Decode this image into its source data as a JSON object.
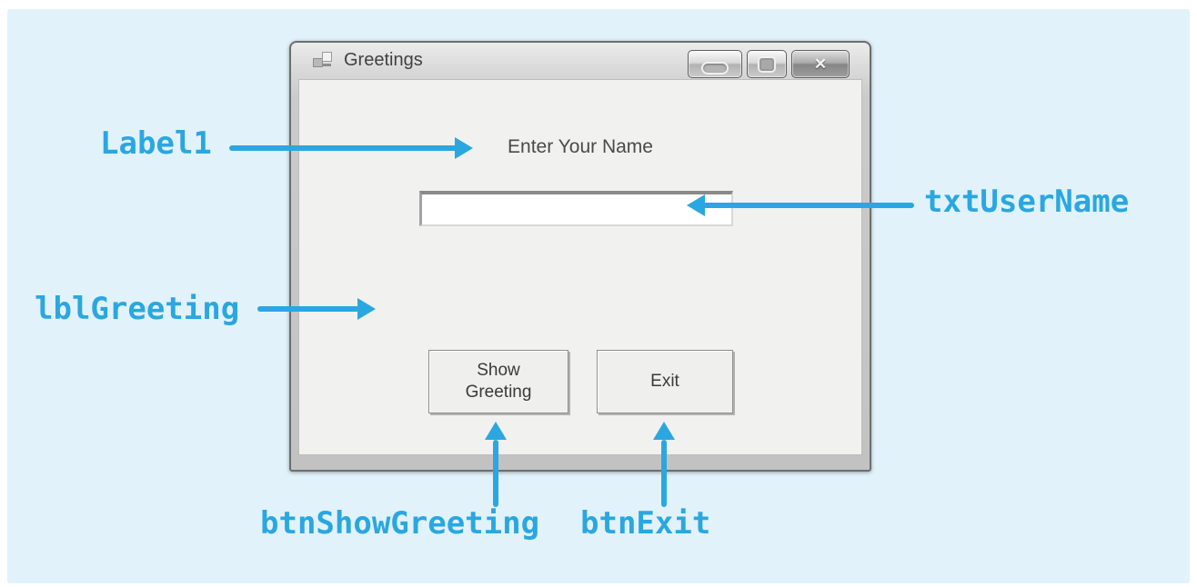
{
  "page": {
    "panel_bg": "#e1f2fa",
    "accent": "#2aa7e0"
  },
  "window": {
    "title": "Greetings",
    "titlebar": {
      "close_glyph": "✕"
    }
  },
  "form": {
    "prompt_label": "Enter Your Name",
    "username_value": "",
    "show_greeting_button": "Show\nGreeting",
    "exit_button": "Exit"
  },
  "callouts": {
    "label1": "Label1",
    "txt_user_name": "txtUserName",
    "lbl_greeting": "lblGreeting",
    "btn_show_greeting": "btnShowGreeting",
    "btn_exit": "btnExit"
  }
}
